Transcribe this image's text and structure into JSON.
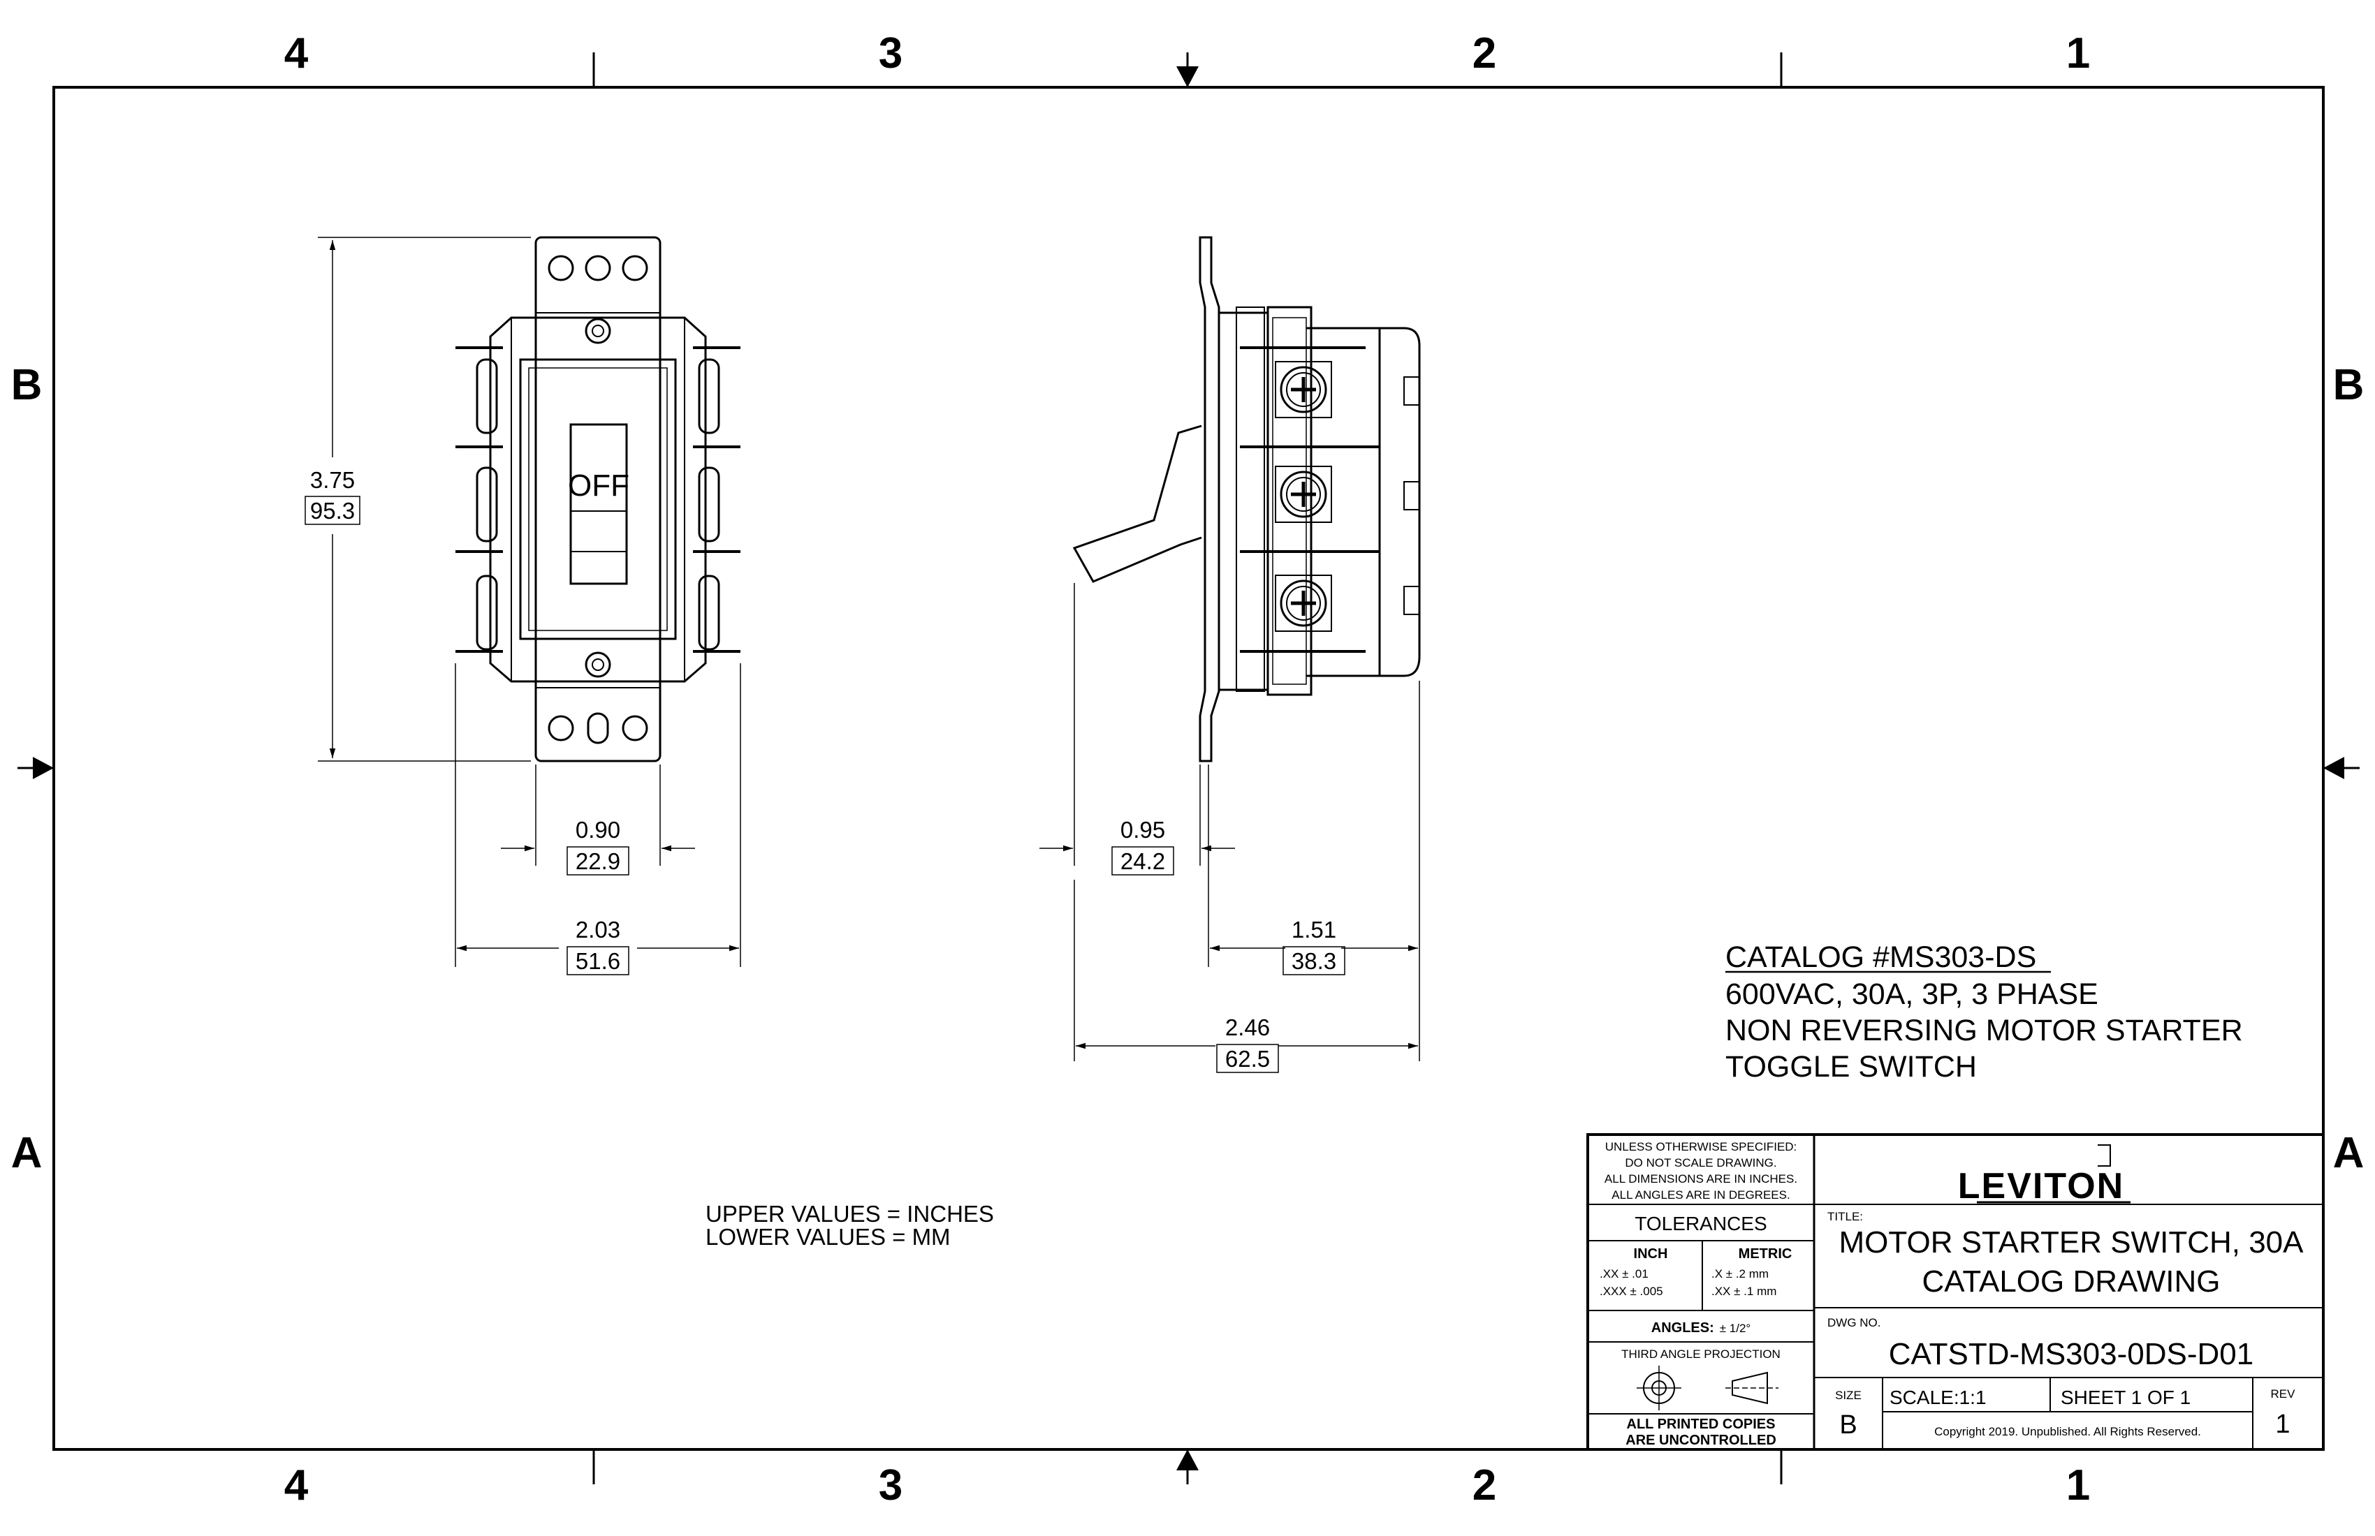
{
  "border": {
    "zones_top": [
      "4",
      "3",
      "2",
      "1"
    ],
    "zones_bottom": [
      "4",
      "3",
      "2",
      "1"
    ],
    "zones_left": [
      "B",
      "A"
    ],
    "zones_right": [
      "B",
      "A"
    ]
  },
  "front_view": {
    "toggle_label": "OFF",
    "height": {
      "upper": "3.75",
      "lower": "95.3"
    },
    "plate_width": {
      "upper": "0.90",
      "lower": "22.9"
    },
    "overall_width": {
      "upper": "2.03",
      "lower": "51.6"
    }
  },
  "side_view": {
    "toggle_depth": {
      "upper": "0.95",
      "lower": "24.2"
    },
    "body_depth": {
      "upper": "1.51",
      "lower": "38.3"
    },
    "overall_depth": {
      "upper": "2.46",
      "lower": "62.5"
    }
  },
  "notes": {
    "units_upper": "UPPER VALUES = INCHES",
    "units_lower": "LOWER VALUES = MM",
    "catalog": "CATALOG #MS303-DS",
    "line1": "600VAC, 30A, 3P, 3 PHASE",
    "line2": "NON REVERSING MOTOR STARTER",
    "line3": "TOGGLE SWITCH"
  },
  "title_block": {
    "spec_lines": [
      "UNLESS OTHERWISE SPECIFIED:",
      "DO NOT SCALE DRAWING.",
      "ALL DIMENSIONS ARE IN INCHES.",
      "ALL ANGLES ARE IN DEGREES."
    ],
    "tolerances_label": "TOLERANCES",
    "inch_label": "INCH",
    "metric_label": "METRIC",
    "inch_rows": [
      ".XX    ±  .01",
      ".XXX  ±  .005"
    ],
    "metric_rows": [
      ".X    ± .2 mm",
      ".XX   ± .1 mm"
    ],
    "angles_label": "ANGLES:",
    "angles_value": "± 1/2°",
    "projection_label": "THIRD ANGLE PROJECTION",
    "printed_copies_1": "ALL PRINTED COPIES",
    "printed_copies_2": "ARE UNCONTROLLED",
    "logo": "LEVITON",
    "title_label": "TITLE:",
    "title_line1": "MOTOR STARTER SWITCH, 30A",
    "title_line2": "CATALOG DRAWING",
    "dwg_no_label": "DWG NO.",
    "dwg_no": "CATSTD-MS303-0DS-D01",
    "size_label": "SIZE",
    "size_value": "B",
    "scale": "SCALE:1:1",
    "sheet": "SHEET 1 OF 1",
    "copyright": "Copyright 2019. Unpublished. All Rights Reserved.",
    "rev_label": "REV",
    "rev_value": "1"
  }
}
